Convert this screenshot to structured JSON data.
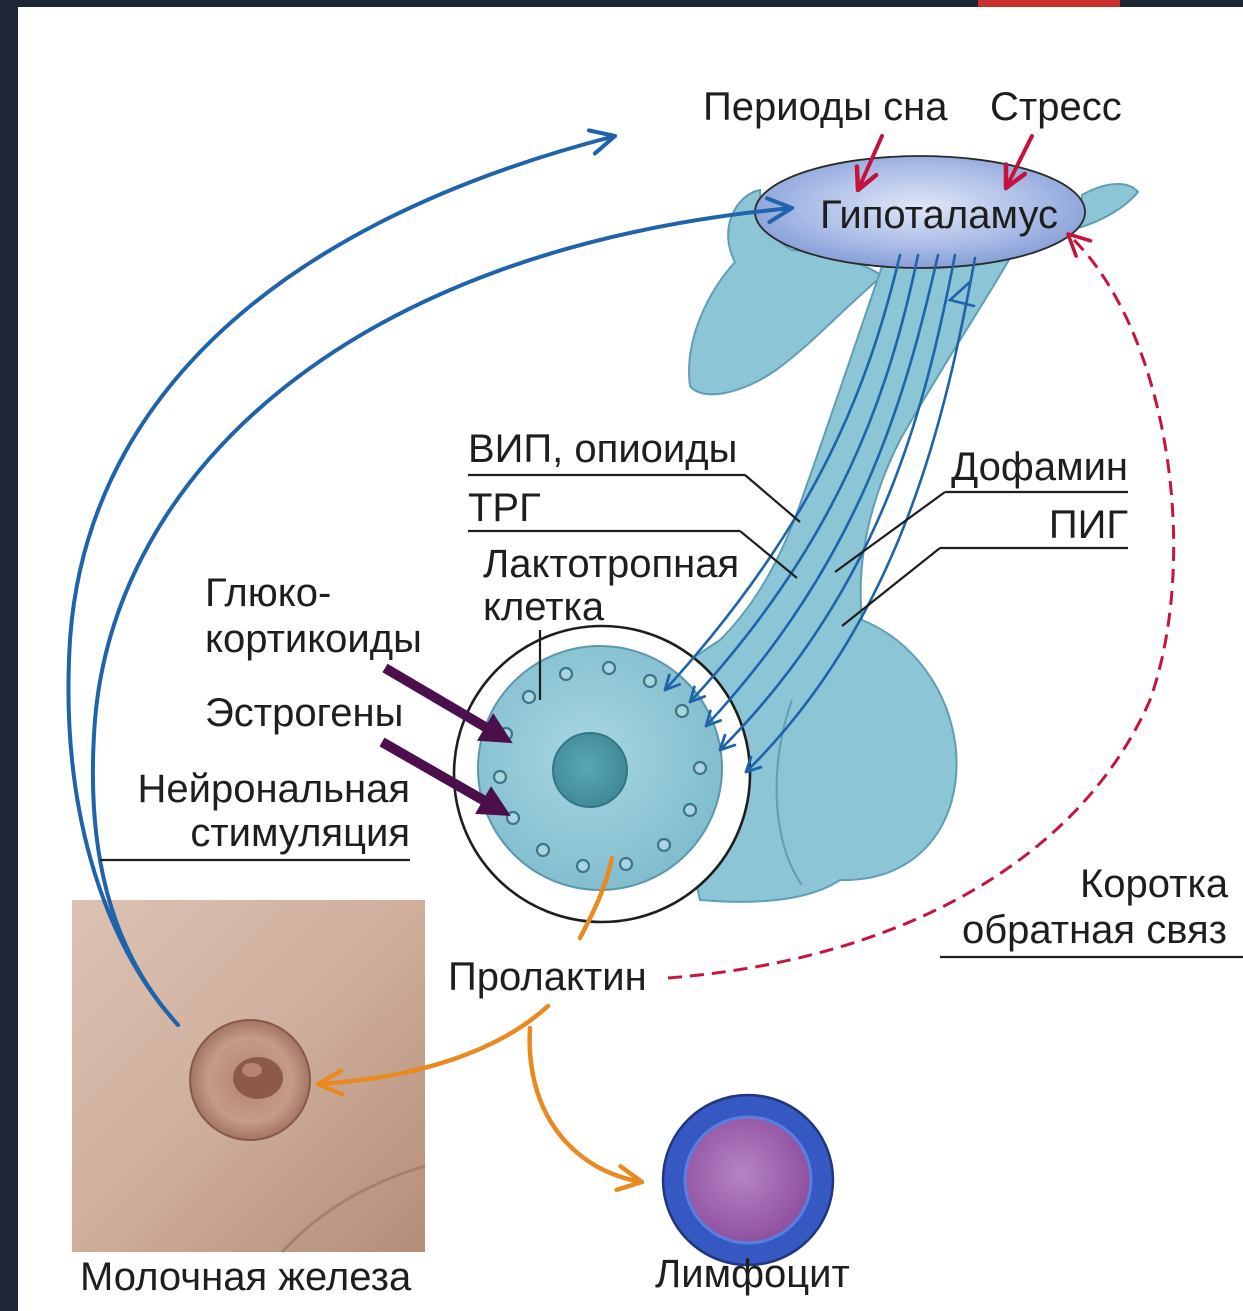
{
  "diagram": {
    "labels": {
      "sleep_periods": "Периоды сна",
      "stress": "Стресс",
      "hypothalamus": "Гипоталамус",
      "vip_opioids": "ВИП, опиоиды",
      "trh": "ТРГ",
      "lactotroph_line1": "Лактотропная",
      "lactotroph_line2": "клетка",
      "dopamine": "Дофамин",
      "pig": "ПИГ",
      "glucocorticoids_line1": "Глюко-",
      "glucocorticoids_line2": "кортикоиды",
      "estrogens": "Эстрогены",
      "neuronal_line1": "Нейрональная",
      "neuronal_line2": "стимуляция",
      "short_feedback_line1": "Коротка",
      "short_feedback_line2": "обратная связ",
      "prolactin": "Пролактин",
      "mammary_gland": "Молочная железа",
      "lymphocyte": "Лимфоцит"
    },
    "colors": {
      "neural_blue": "#1f63ab",
      "trigger_red": "#c4123e",
      "steroid_purple": "#4b0f4c",
      "prolactin_orange": "#e88a1f",
      "feedback_red": "#c8143c",
      "tissue_blue": "#8cc5d5",
      "hypothalamus_lavender": "#a9bbe6",
      "frame_navy": "#1d2738",
      "accent_red": "#c9302c"
    }
  }
}
